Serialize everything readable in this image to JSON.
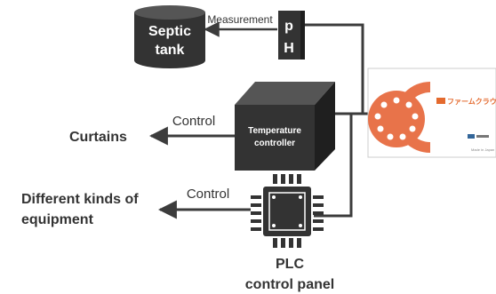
{
  "nodes": {
    "septic_tank": {
      "line1": "Septic",
      "line2": "tank"
    },
    "ph_sensor": {
      "letter_top": "p",
      "letter_bottom": "H"
    },
    "temperature_controller": {
      "line1": "Temperature",
      "line2": "controller"
    },
    "plc": {
      "line1": "PLC",
      "line2": "control panel"
    },
    "curtains": {
      "label": "Curtains"
    },
    "equipment": {
      "line1": "Different kinds of",
      "line2": "equipment"
    },
    "farm_cloud": {
      "brand": "ファームクラウド",
      "footer": "Made in Japan"
    }
  },
  "edges": {
    "measurement": "Measurement",
    "control_curtains": "Control",
    "control_equipment": "Control"
  },
  "colors": {
    "dark": "#333333",
    "wire": "#3c3c3c",
    "cloud_orange": "#e8734a",
    "cloud_brand": "#e46a2e"
  }
}
